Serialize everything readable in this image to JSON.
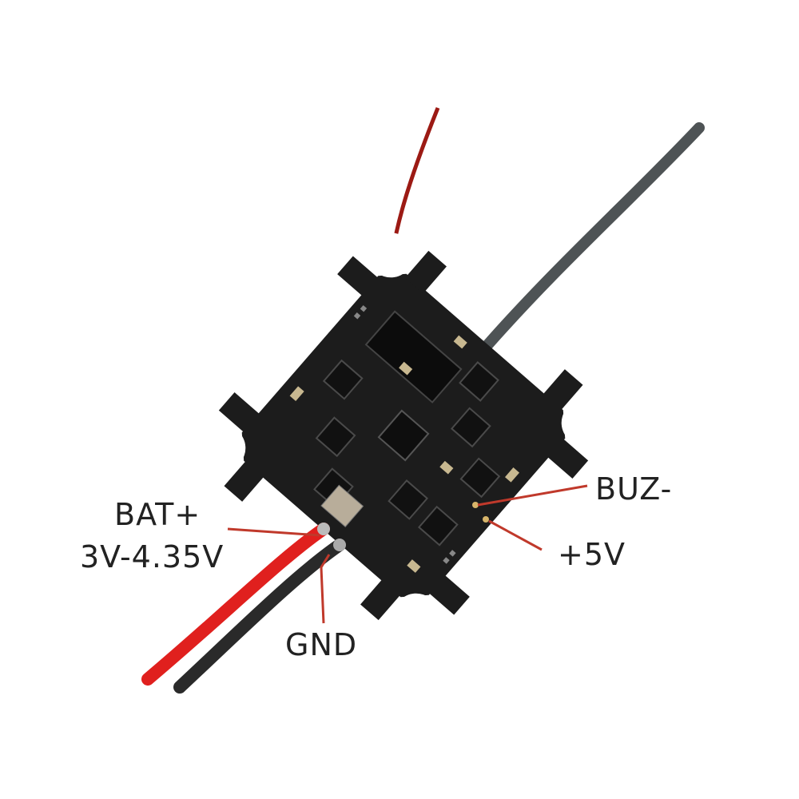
{
  "labels": {
    "bat_plus": "BAT+",
    "bat_voltage": "3V-4.35V",
    "gnd": "GND",
    "buz_minus": "BUZ-",
    "plus_5v": "+5V"
  },
  "colors": {
    "leader": "#c0392b",
    "board": "#1c1c1c",
    "red_wire": "#e0201e",
    "black_wire": "#2a2a2a",
    "antenna": "#555a5c"
  }
}
